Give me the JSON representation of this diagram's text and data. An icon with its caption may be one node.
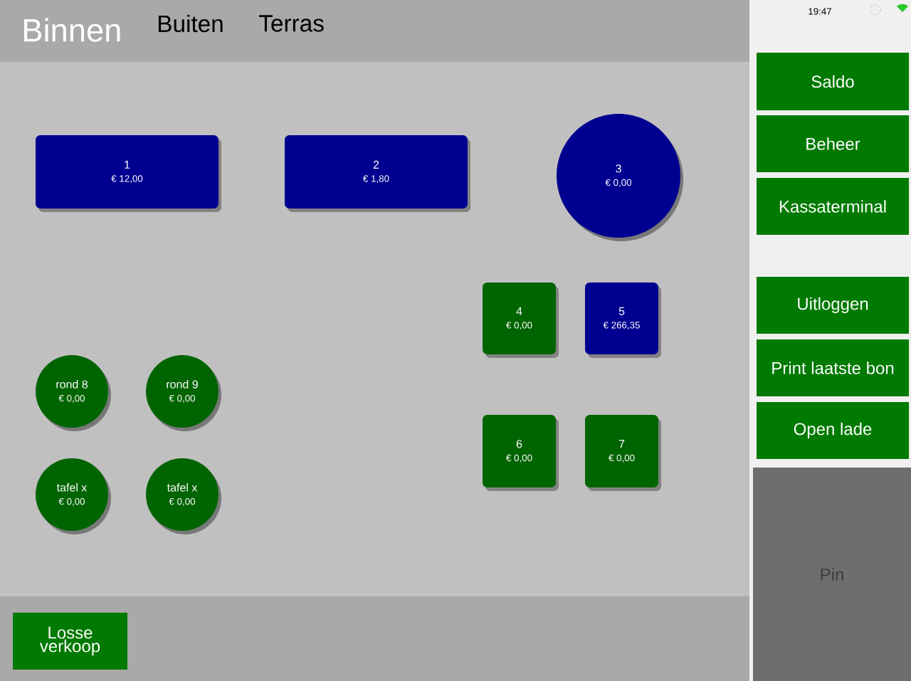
{
  "diagram": {
    "nodes": [
      {
        "text": [
          "1",
          "€ 12,00"
        ]
      },
      {
        "text": [
          "2",
          "€ 1,80"
        ]
      },
      {
        "text": [
          "3",
          "€ 0,00"
        ]
      },
      {
        "text": [
          "4",
          "€ 0,00"
        ]
      },
      {
        "text": [
          "5",
          "€ 266,35"
        ]
      },
      {
        "text": [
          "rond 8",
          "€ 0,00"
        ]
      },
      {
        "text": [
          "rond 9",
          "€ 0,00"
        ]
      },
      {
        "text": [
          "6",
          "€ 0,00"
        ]
      },
      {
        "text": [
          "7",
          "€ 0,00"
        ]
      },
      {
        "text": [
          "tafel x",
          "€ 0,00"
        ]
      },
      {
        "text": [
          "tafel x",
          "€ 0,00"
        ]
      },
      {
        "text": [
          "Saldo"
        ]
      },
      {
        "text": [
          "Beheer"
        ]
      },
      {
        "text": [
          "Kassaterminal"
        ]
      },
      {
        "text": [
          "Uitloggen"
        ]
      },
      {
        "text": [
          "Print laatste bon"
        ]
      },
      {
        "text": [
          "Open lade"
        ]
      },
      {
        "text": [
          "Pin"
        ]
      },
      {
        "text": [
          "Losse verkoop"
        ]
      }
    ],
    "labels": [
      "Binnen",
      "Buiten",
      "Terras",
      "19:47"
    ]
  }
}
